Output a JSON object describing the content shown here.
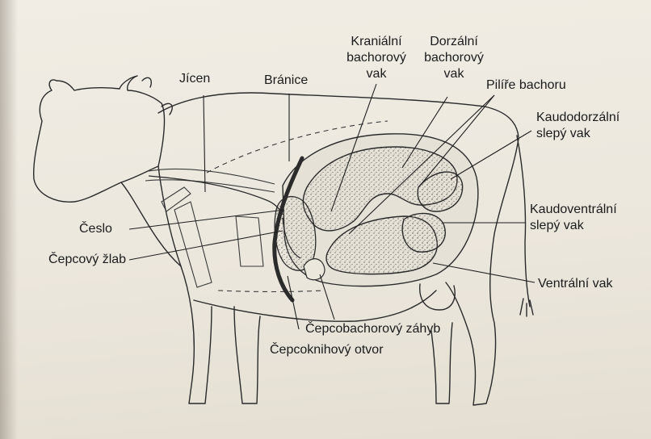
{
  "labels": {
    "jicen": "Jícen",
    "branice": "Bránice",
    "kranialni_1": "Kraniální",
    "kranialni_2": "bachorový",
    "kranialni_3": "vak",
    "dorzalni_1": "Dorzální",
    "dorzalni_2": "bachorový",
    "dorzalni_3": "vak",
    "pilire": "Pilíře bachoru",
    "kaudodorzalni_1": "Kaudodorzální",
    "kaudodorzalni_2": "slepý vak",
    "kaudoventralni_1": "Kaudoventrální",
    "kaudoventralni_2": "slepý vak",
    "ventralni": "Ventrální vak",
    "ceslo": "Česlo",
    "cepcovy_zlab": "Čepcový žlab",
    "cepcobachorovy": "Čepcobachorový záhyb",
    "cepcoknihovy": "Čepcoknihový otvor"
  }
}
